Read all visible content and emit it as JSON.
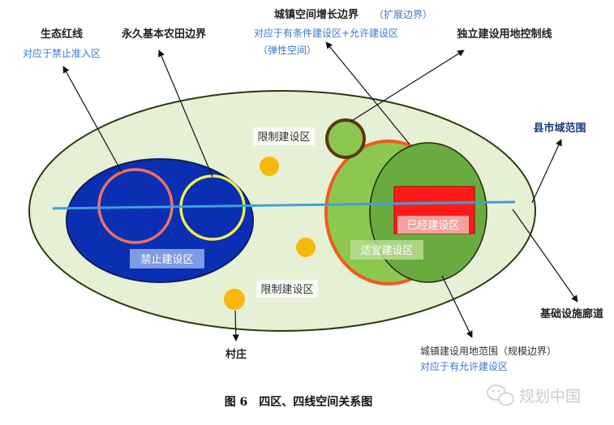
{
  "labels": {
    "ecological_red_line": "生态红线",
    "ecological_red_line_note": "对应于禁止准入区",
    "farmland_boundary": "永久基本农田边界",
    "urban_growth_boundary": "城镇空间增长边界",
    "urban_growth_boundary_paren": "（扩展边界）",
    "urban_growth_note_1": "对应于有条件建设区+允许建设区",
    "urban_growth_note_2": "（弹性空间）",
    "independent_land_line": "独立建设用地控制线",
    "county_area": "县市域范围",
    "restricted_zone_top": "限制建设区",
    "restricted_zone_bottom": "限制建设区",
    "prohibited_zone": "禁止建设区",
    "built_zone": "已经建设区",
    "suitable_zone": "适宜建设区",
    "infrastructure_corridor": "基础设施廊道",
    "village": "村庄",
    "urban_land_scope": "城镇建设用地范围（规模边界）",
    "urban_land_note": "对应于有允许建设区"
  },
  "caption": "图 6　四区、四线空间关系图",
  "watermark": "规划中国",
  "colors": {
    "county_fill": "#e6f0d4",
    "prohibited_fill": "#0a2fb3",
    "suitable_fill": "#8cc850",
    "orange_ring": "#f05a1e",
    "yellow_ring": "#f0f050",
    "built_red": "#ff1a1a",
    "built_pink": "#f4a0a0",
    "corridor_blue": "#3fa0d8",
    "village_yellow": "#f8b80a",
    "note_blue": "#3a78c8"
  }
}
